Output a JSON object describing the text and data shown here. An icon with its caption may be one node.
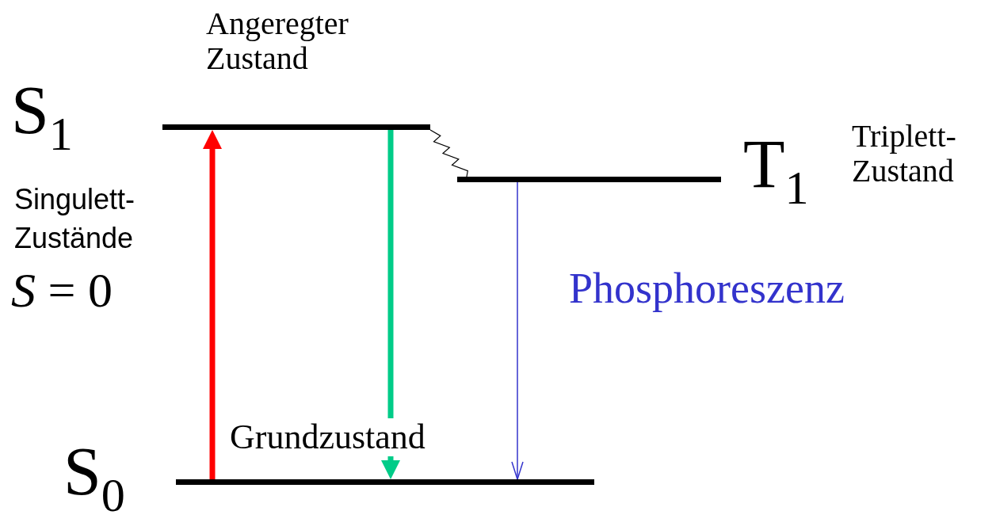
{
  "diagram": {
    "nodes": [
      {
        "text": [],
        "shape": "bar",
        "beside": [
          "S$_{1}$",
          "Angeregter Zustand"
        ]
      },
      {
        "text": [],
        "shape": "bar",
        "beside": [
          "T$_{1}$",
          "Triplett-Zustand"
        ]
      },
      {
        "text": [],
        "shape": "bar",
        "beside": [
          "Grundzustand",
          "S$_{0}$"
        ]
      }
    ],
    "edges": [
      {
        "from": 2,
        "to": 0,
        "arrow": "to",
        "style": "thick",
        "color": "#ff0000"
      },
      {
        "from": 0,
        "to": 2,
        "arrow": "to",
        "style": "thick",
        "color": "#00cc88"
      },
      {
        "from": 0,
        "to": 1,
        "arrow": "none",
        "color": "#000000"
      },
      {
        "from": 1,
        "to": 2,
        "arrow": "to",
        "label": "Phosphoreszenz",
        "color": "#3333cc"
      }
    ],
    "labels": [
      "Singulett-Zustände",
      "*S* = 0"
    ]
  }
}
